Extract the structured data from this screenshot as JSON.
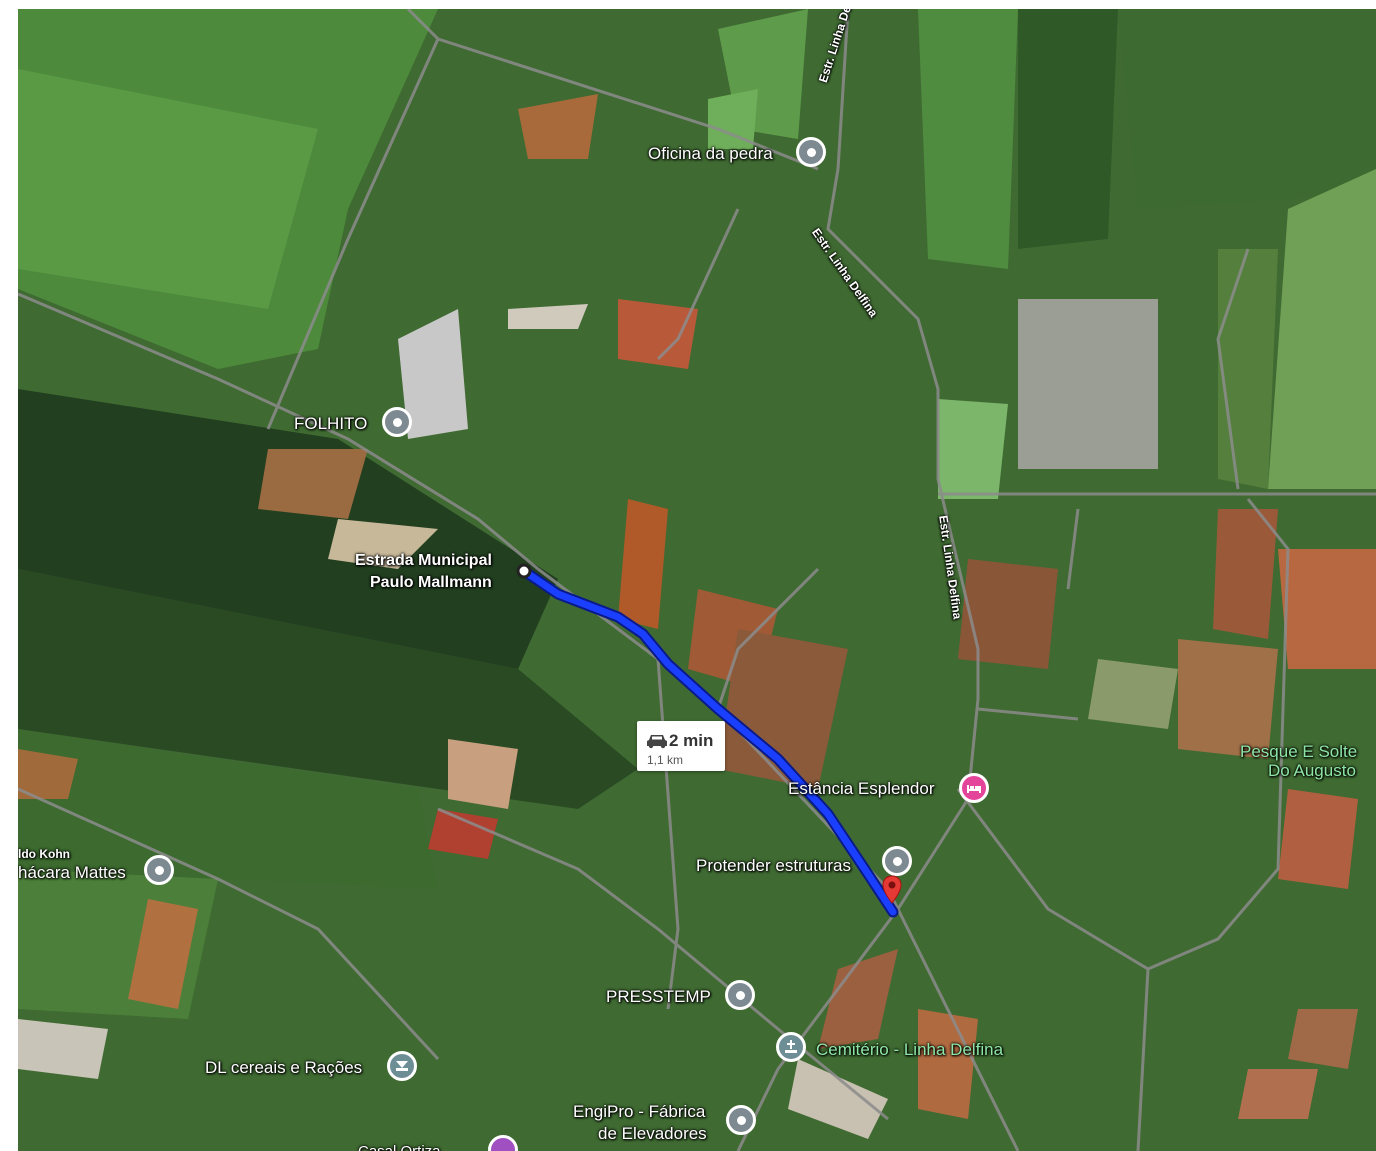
{
  "map": {
    "route": {
      "time": "2 min",
      "distance": "1,1 km",
      "start_label_line1": "Estrada Municipal",
      "start_label_line2": "Paulo Mallmann"
    },
    "places": {
      "oficina": "Oficina da pedra",
      "folhito": "FOLHITO",
      "estancia": "Estância Esplendor",
      "protender": "Protender estruturas",
      "presstemp": "PRESSTEMP",
      "cemiterio": "Cemitério - Linha Delfina",
      "dl_cereais": "DL cereais e Rações",
      "engipro_line1": "EngiPro - Fábrica",
      "engipro_line2": "de Elevadores",
      "chacara": "hácara Mattes",
      "ildo": "ldo Kohn",
      "pesque_line1": "Pesque E Solte",
      "pesque_line2": "Do Augusto",
      "cut_bottom": "Casal Ortiza"
    },
    "roads": {
      "delfina_top": "Estr. Linha Delfina",
      "delfina_mid": "Estr. Linha Delfina",
      "delfina_right": "Estr. Linha Delfina"
    },
    "icons": {
      "pin_generic": "place-pin-icon",
      "hotel": "hotel-icon",
      "cemetery": "cemetery-icon",
      "shop": "shop-icon",
      "destination": "destination-marker-icon",
      "car": "car-icon"
    },
    "colors": {
      "route": "#1a3fff",
      "destination": "#e53935",
      "hotel": "#e4459a",
      "green_label": "#8ee6a6"
    }
  }
}
